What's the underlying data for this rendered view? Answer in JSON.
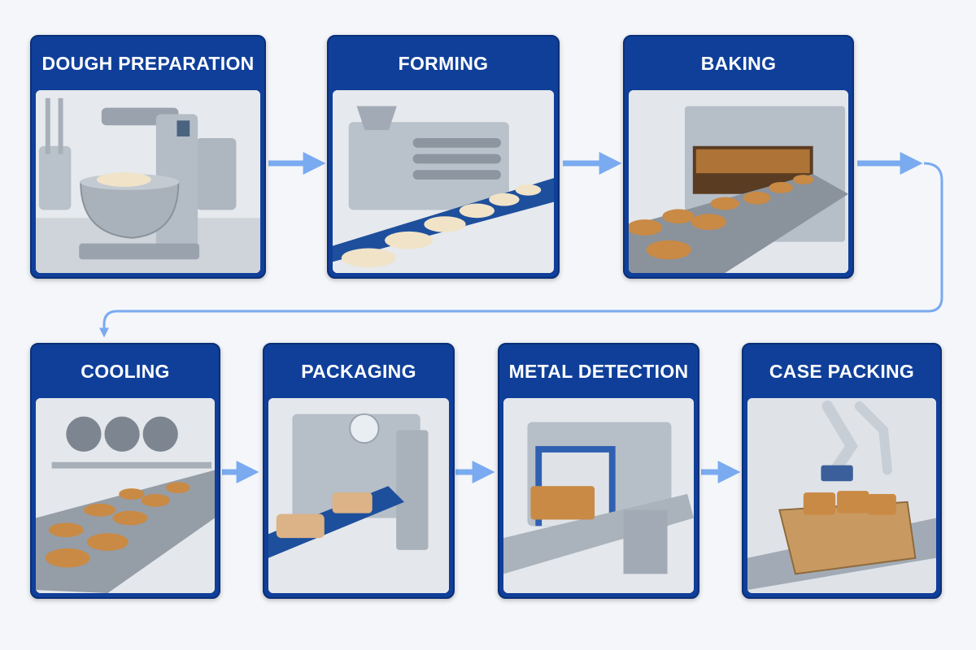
{
  "stages": [
    {
      "id": "dough",
      "title": "DOUGH PREPARATION",
      "icon": "mixer-machine-photo"
    },
    {
      "id": "forming",
      "title": "FORMING",
      "icon": "forming-machine-photo"
    },
    {
      "id": "baking",
      "title": "BAKING",
      "icon": "tunnel-oven-photo"
    },
    {
      "id": "cooling",
      "title": "COOLING",
      "icon": "cooling-conveyor-photo"
    },
    {
      "id": "packaging",
      "title": "PACKAGING",
      "icon": "flow-wrapper-photo"
    },
    {
      "id": "metal",
      "title": "METAL DETECTION",
      "icon": "metal-detector-photo"
    },
    {
      "id": "case",
      "title": "CASE PACKING",
      "icon": "robot-case-packer-photo"
    }
  ],
  "colors": {
    "panel": "#0f3f99",
    "arrow": "#7aaaf0",
    "background": "#f4f6f9",
    "steel": "#b9c1ca",
    "bread": "#c98a45",
    "dough": "#f1e3c8",
    "belt": "#1d4f9c",
    "cardboard": "#c89a62"
  }
}
